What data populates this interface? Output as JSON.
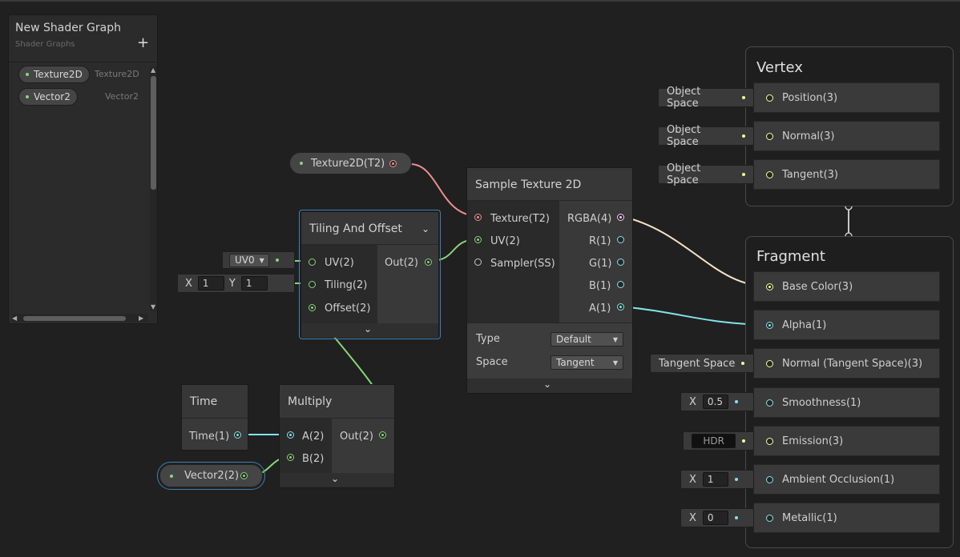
{
  "colors": {
    "texture": "#ef8f8f",
    "uv": "#8ad47a",
    "vec1": "#84e4e7",
    "vec3": "#f6ff9a",
    "vec4": "#fbcbf4",
    "sampler": "#c8c8c8",
    "select": "#3d7fb3",
    "arrow": "#d6262b"
  },
  "blackboard": {
    "title": "New Shader Graph",
    "subtitle": "Shader Graphs",
    "add_icon": "+",
    "properties": [
      {
        "name": "Texture2D",
        "type": "Texture2D"
      },
      {
        "name": "Vector2",
        "type": "Vector2"
      }
    ]
  },
  "prop_texture": {
    "label": "Texture2D(T2)"
  },
  "prop_vector2": {
    "label": "Vector2(2)"
  },
  "tiling_node": {
    "title": "Tiling And Offset",
    "inputs": [
      "UV(2)",
      "Tiling(2)",
      "Offset(2)"
    ],
    "output": "Out(2)",
    "uv_channel": "UV0",
    "tiling_x_label": "X",
    "tiling_x": "1",
    "tiling_y_label": "Y",
    "tiling_y": "1"
  },
  "sample_node": {
    "title": "Sample Texture 2D",
    "inputs": [
      "Texture(T2)",
      "UV(2)",
      "Sampler(SS)"
    ],
    "outputs": [
      "RGBA(4)",
      "R(1)",
      "G(1)",
      "B(1)",
      "A(1)"
    ],
    "type_label": "Type",
    "type_value": "Default",
    "space_label": "Space",
    "space_value": "Tangent"
  },
  "time_node": {
    "title": "Time",
    "output": "Time(1)"
  },
  "multiply_node": {
    "title": "Multiply",
    "inputs": [
      "A(2)",
      "B(2)"
    ],
    "output": "Out(2)"
  },
  "vertex": {
    "title": "Vertex",
    "blocks": [
      {
        "label": "Position(3)",
        "input": "Object Space"
      },
      {
        "label": "Normal(3)",
        "input": "Object Space"
      },
      {
        "label": "Tangent(3)",
        "input": "Object Space"
      }
    ]
  },
  "fragment": {
    "title": "Fragment",
    "blocks": [
      {
        "label": "Base Color(3)",
        "input": ""
      },
      {
        "label": "Alpha(1)",
        "input": ""
      },
      {
        "label": "Normal (Tangent Space)(3)",
        "input": "Tangent Space"
      },
      {
        "label": "Smoothness(1)",
        "input_label": "X",
        "input": "0.5"
      },
      {
        "label": "Emission(3)",
        "input": "HDR"
      },
      {
        "label": "Ambient Occlusion(1)",
        "input_label": "X",
        "input": "1"
      },
      {
        "label": "Metallic(1)",
        "input_label": "X",
        "input": "0"
      }
    ]
  }
}
